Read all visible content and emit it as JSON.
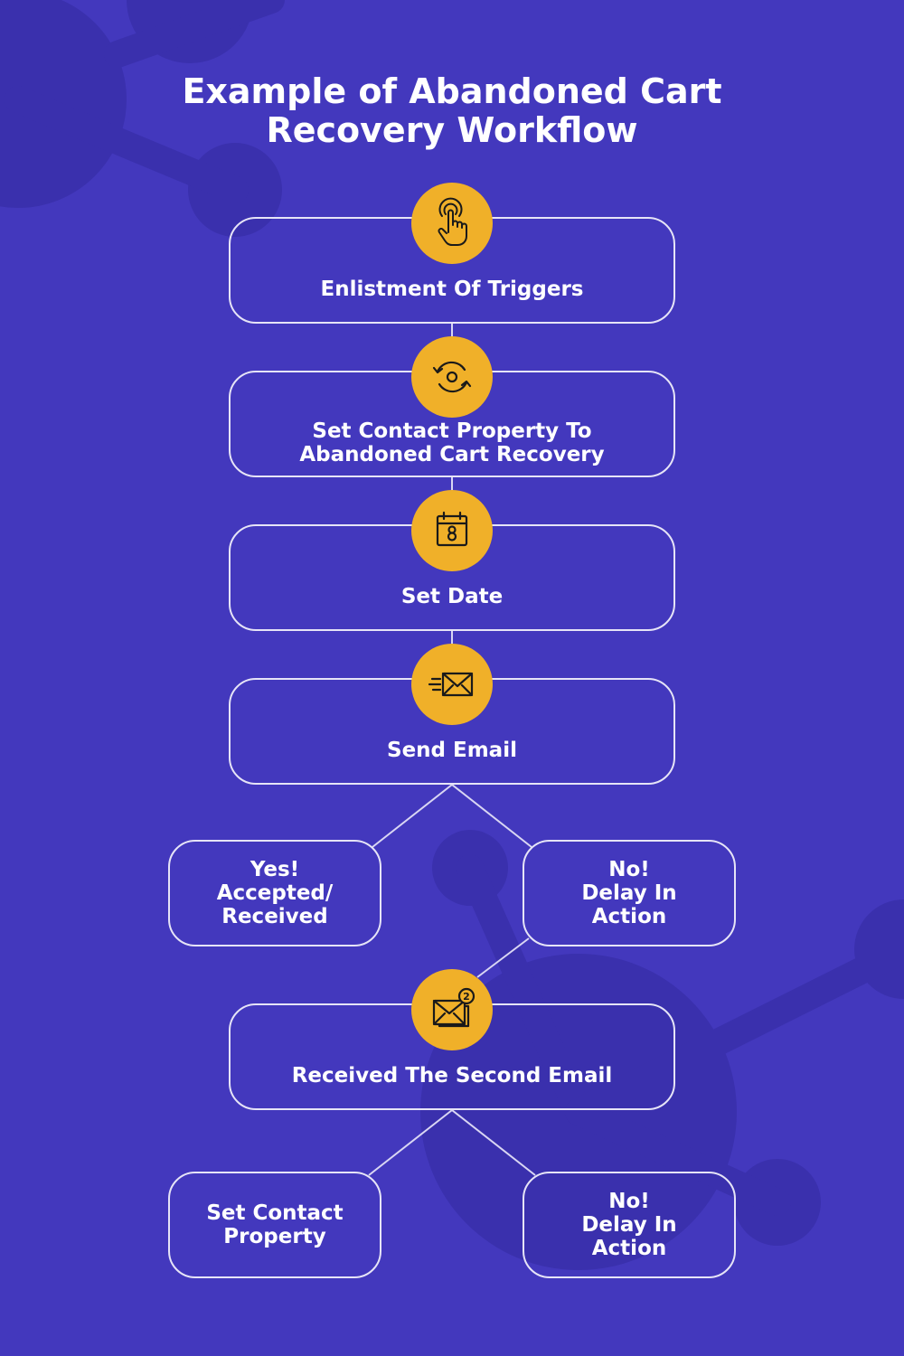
{
  "title_lines": [
    "Example of Abandoned Cart",
    "Recovery Workflow"
  ],
  "colors": {
    "background": "#4338bd",
    "badge": "#f0b029",
    "stroke": "#e6e4f7",
    "text": "#ffffff"
  },
  "steps": [
    {
      "icon": "hand-tap-icon",
      "label": "Enlistment Of Triggers"
    },
    {
      "icon": "refresh-cycle-icon",
      "label": "Set Contact Property To Abandoned Cart Recovery"
    },
    {
      "icon": "calendar-icon",
      "label": "Set Date"
    },
    {
      "icon": "send-email-icon",
      "label": "Send Email"
    }
  ],
  "branch1": {
    "yes": [
      "Yes!",
      "Accepted/",
      "Received"
    ],
    "no": [
      "No!",
      "Delay In",
      "Action"
    ]
  },
  "step5": {
    "icon": "email-notification-icon",
    "badge_count": "2",
    "label": "Received The Second Email"
  },
  "branch2": {
    "left": [
      "Set Contact",
      "Property"
    ],
    "right": [
      "No!",
      "Delay In",
      "Action"
    ]
  }
}
